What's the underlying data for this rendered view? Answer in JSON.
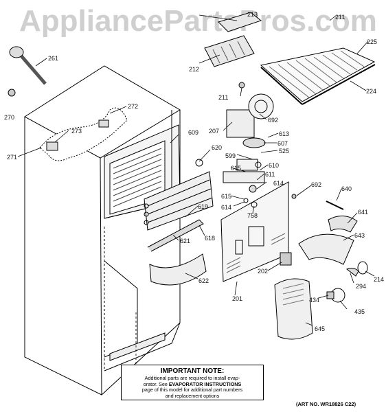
{
  "watermark": "AppliancePartsPros.com",
  "callouts": [
    "261",
    "270",
    "271",
    "272",
    "273",
    "213",
    "212",
    "211",
    "211",
    "225",
    "224",
    "207",
    "692",
    "613",
    "607",
    "525",
    "599",
    "609",
    "620",
    "615",
    "610",
    "611",
    "614",
    "615",
    "614",
    "758",
    "692",
    "640",
    "641",
    "643",
    "619",
    "618",
    "621",
    "622",
    "202",
    "201",
    "214",
    "294",
    "434",
    "435",
    "645"
  ],
  "note": {
    "title": "IMPORTANT NOTE:",
    "line1": "Additional parts are required to install evap-",
    "line2_pre": "orator. See ",
    "line2_bold": "EVAPORATOR INSTRUCTIONS",
    "line3": "page of this model for additional part numbers",
    "line4": "and replacement options"
  },
  "art_number": "(ART NO. WR18826 C22)",
  "colors": {
    "line": "#000000",
    "watermark": "#cfcfcf",
    "part_fill": "#e8e8e8"
  }
}
